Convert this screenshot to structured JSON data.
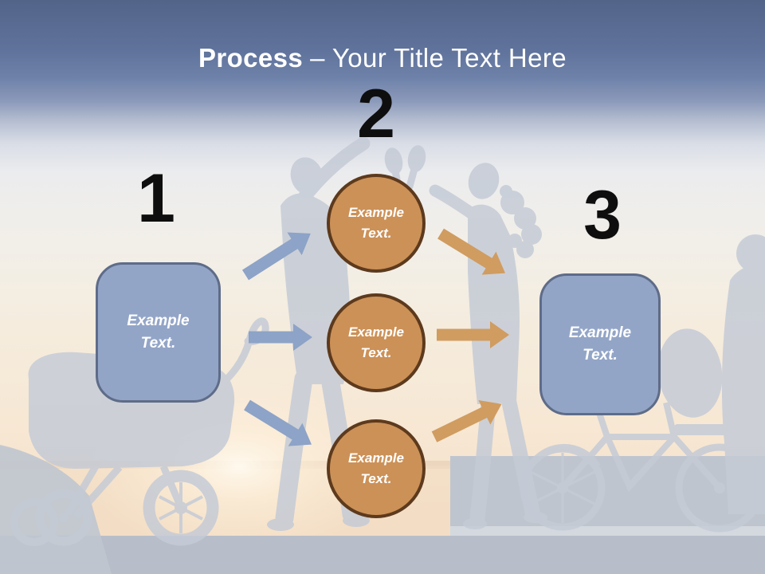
{
  "header": {
    "title_bold": "Process",
    "title_rest": "– Your Title Text Here"
  },
  "diagram": {
    "steps": [
      {
        "number": "1"
      },
      {
        "number": "2"
      },
      {
        "number": "3"
      }
    ],
    "left_box": {
      "label": "Example Text."
    },
    "right_box": {
      "label": "Example Text."
    },
    "circles": [
      {
        "label": "Example Text."
      },
      {
        "label": "Example Text."
      },
      {
        "label": "Example Text."
      }
    ]
  },
  "colors": {
    "title_text": "#ffffff",
    "sky_top": "#536489",
    "sky_mid": "#6e82a9",
    "box_fill": "#93a5c7",
    "box_border": "#5e6c88",
    "box_text": "#ffffff",
    "circle_fill": "#cc9157",
    "circle_border": "#5d3a1d",
    "circle_text": "#ffffff",
    "arrow_blue": "#8da3c7",
    "arrow_orange": "#d09c60",
    "number_text": "#0e0e0e",
    "silhouette": "#c5cbd6"
  }
}
